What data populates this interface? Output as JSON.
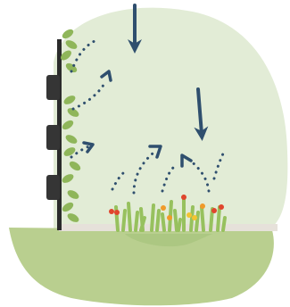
{
  "diagram": {
    "colors": {
      "sky": "#e2ecd6",
      "ground": "#b9cf8f",
      "ground_dark": "#a9c47e",
      "wall": "#2b2b2b",
      "planter": "#353535",
      "leaf": "#8fb65a",
      "arrow": "#2f4f6e",
      "grass": "#97c15e",
      "flower_red": "#e0452d",
      "flower_orange": "#f09a2a",
      "flower_yellow": "#f4c431",
      "floor": "#e6e1da"
    },
    "icons": [
      "rain-arrow",
      "evaporation-arrow",
      "leaf",
      "flower"
    ]
  }
}
